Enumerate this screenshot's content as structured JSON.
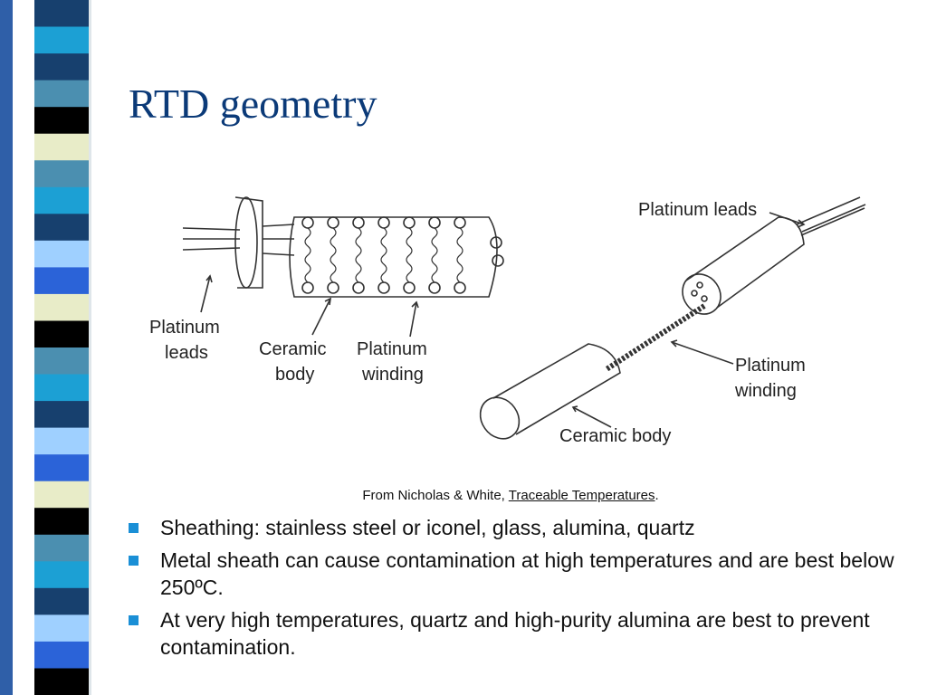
{
  "title": "RTD geometry",
  "figure": {
    "label_platinum_leads_left_1": "Platinum",
    "label_platinum_leads_left_2": "leads",
    "label_ceramic_body_left_1": "Ceramic",
    "label_ceramic_body_left_2": "body",
    "label_platinum_winding_left_1": "Platinum",
    "label_platinum_winding_left_2": "winding",
    "label_platinum_leads_right": "Platinum leads",
    "label_platinum_winding_right_1": "Platinum",
    "label_platinum_winding_right_2": "winding",
    "label_ceramic_body_right": "Ceramic body"
  },
  "caption": {
    "prefix": "From Nicholas & White, ",
    "book": "Traceable Temperatures",
    "suffix": "."
  },
  "bullets": [
    "Sheathing: stainless steel or iconel, glass, alumina, quartz",
    "Metal sheath can cause contamination at high temperatures and are best below 250ºC.",
    "At very high temperatures, quartz and high-purity alumina are best to prevent contamination."
  ],
  "colors": {
    "title": "#0b3a78",
    "bullet": "#1a8fd6",
    "stripe_palette": [
      "#17406e",
      "#2b63d8",
      "#4b8fb0",
      "#1ca0d4",
      "#9fd0ff",
      "#e8ecc8",
      "#000000"
    ]
  }
}
